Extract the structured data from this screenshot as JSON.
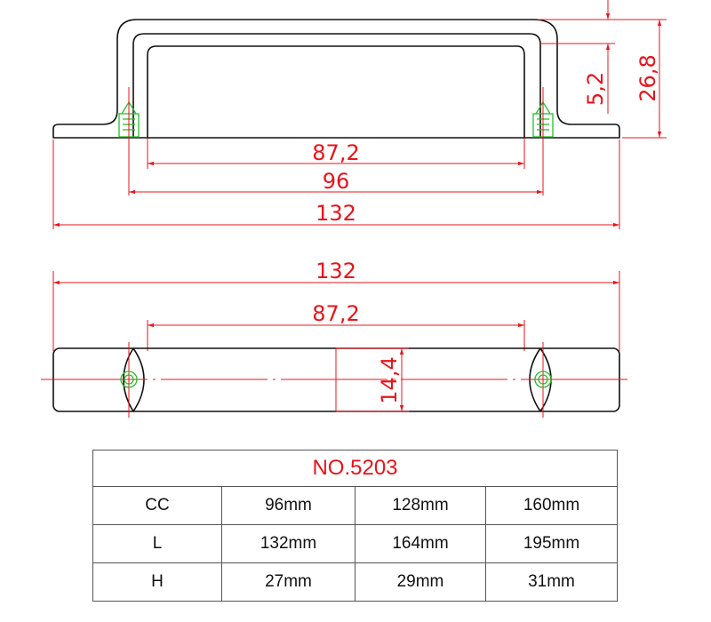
{
  "drawing": {
    "colors": {
      "outline": "#111111",
      "dimension": "#e8141b",
      "screw": "#22c12a"
    },
    "side_view": {
      "dims": {
        "inner_span": "87,2",
        "center_distance": "96",
        "overall_length": "132",
        "thickness": "5,2",
        "height": "26,8"
      }
    },
    "top_view": {
      "dims": {
        "overall_length": "132",
        "inner_span": "87,2",
        "width": "14,4"
      }
    }
  },
  "spec_table": {
    "title": "NO.5203",
    "rows": [
      {
        "label": "CC",
        "values": [
          "96mm",
          "128mm",
          "160mm"
        ]
      },
      {
        "label": "L",
        "values": [
          "132mm",
          "164mm",
          "195mm"
        ]
      },
      {
        "label": "H",
        "values": [
          "27mm",
          "29mm",
          "31mm"
        ]
      }
    ]
  }
}
